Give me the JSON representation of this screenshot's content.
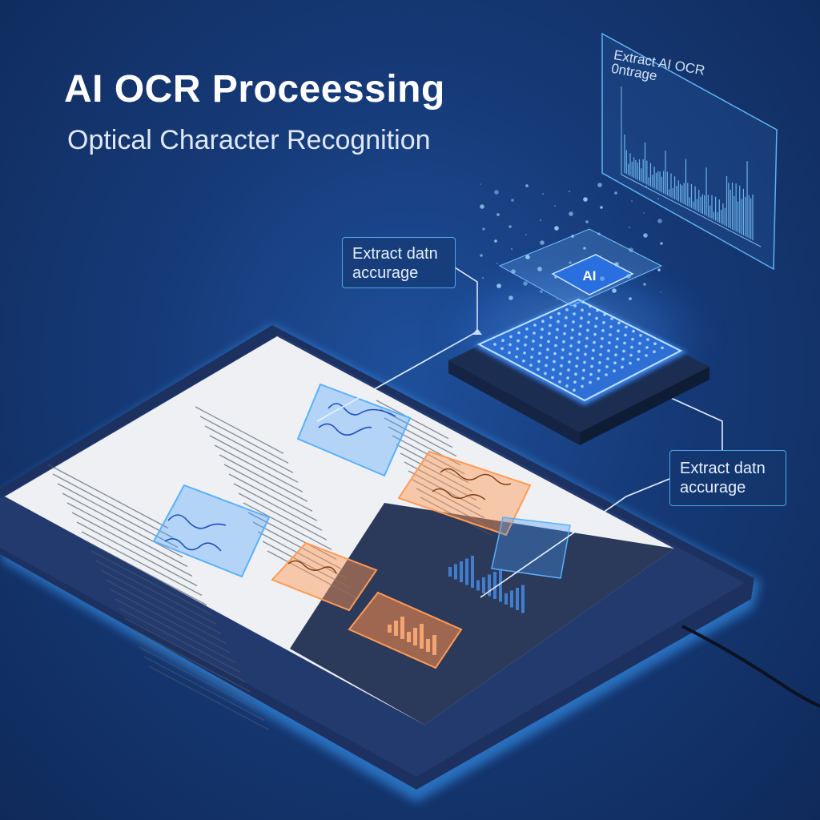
{
  "header": {
    "title": "AI OCR Proceessing",
    "subtitle": "Optical Character Recognition"
  },
  "callouts": [
    {
      "line1": "Extract datn",
      "line2": "accurage"
    },
    {
      "line1": "Extract datn",
      "line2": "accurage"
    }
  ],
  "floating_chart": {
    "title_line1": "Extract AI OCR",
    "title_line2": "0ntrage"
  },
  "chip": {
    "label": "AI"
  },
  "colors": {
    "accent": "#3aa0ff",
    "glow": "#2f8dff",
    "highlight_orange": "#ff8a3d",
    "tablet_frame": "#1d3160"
  }
}
